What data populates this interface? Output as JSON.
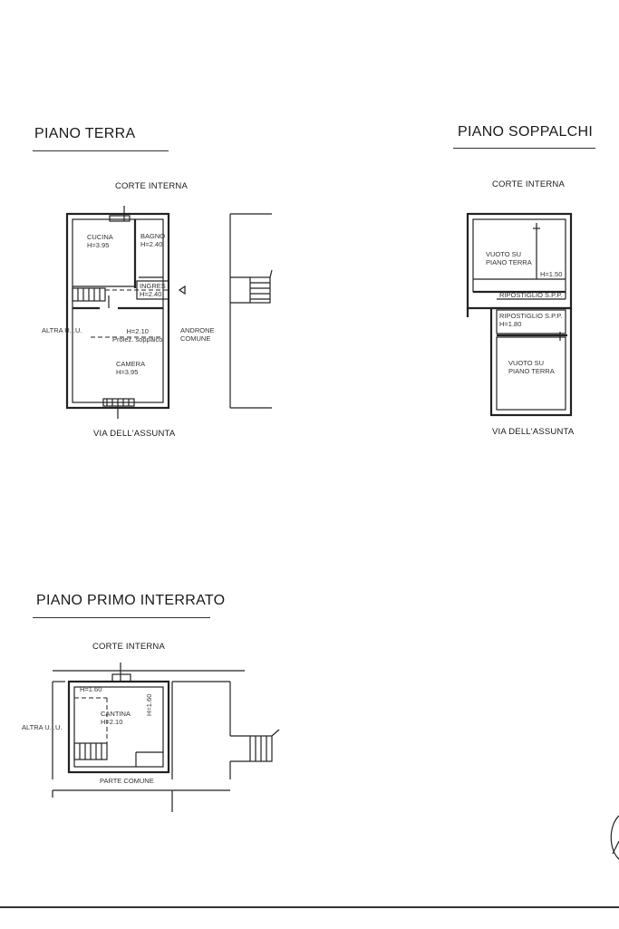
{
  "piano_terra": {
    "title": "PIANO TERRA",
    "corte": "CORTE INTERNA",
    "via": "VIA DELL'ASSUNTA",
    "altra": "ALTRA U.I.U.",
    "androne": [
      "ANDRONE",
      "COMUNE"
    ],
    "cucina": [
      "CUCINA",
      "H=3.95"
    ],
    "bagno": [
      "BAGNO",
      "H=2.40"
    ],
    "ingres": [
      "INGRES",
      "H=2.40"
    ],
    "soppalco": [
      "H=2.10",
      "Proiez. soppalco"
    ],
    "camera": [
      "CAMERA",
      "H=3.95"
    ]
  },
  "piano_soppalchi": {
    "title": "PIANO SOPPALCHI",
    "corte": "CORTE INTERNA",
    "via": "VIA DELL'ASSUNTA",
    "vuoto_top": [
      "VUOTO SU",
      "PIANO TERRA"
    ],
    "h_top": "H=1.50",
    "ripostiglio_1": "RIPOSTIGLIO S.P.P.",
    "ripostiglio_2": [
      "RIPOSTIGLIO S.P.P.",
      "H=1.80"
    ],
    "vuoto_bottom": [
      "VUOTO SU",
      "PIANO TERRA"
    ]
  },
  "piano_interrato": {
    "title": "PIANO PRIMO INTERRATO",
    "corte": "CORTE INTERNA",
    "altra": "ALTRA U.I.U.",
    "h_left": "H=1.60",
    "cantina": [
      "CANTINA",
      "H=2.10"
    ],
    "h_right": "H=1.60",
    "parte_comune": "PARTE COMUNE"
  }
}
